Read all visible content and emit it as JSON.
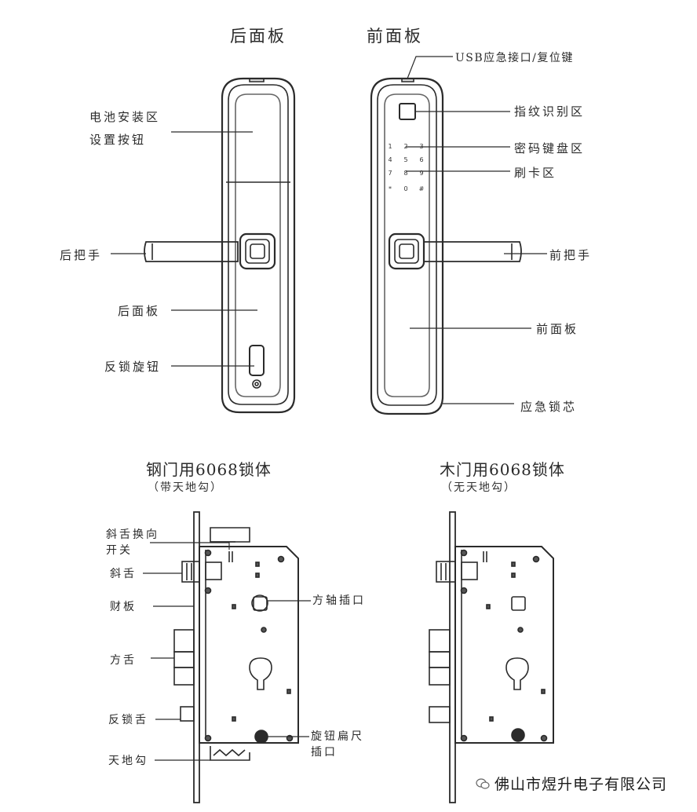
{
  "top": {
    "rear_title": "后面板",
    "front_title": "前面板",
    "rear_labels": {
      "battery_line1": "电池安装区",
      "battery_line2": "设置按钮",
      "handle": "后把手",
      "panel": "后面板",
      "knob": "反锁旋钮"
    },
    "front_labels": {
      "usb": "USB应急接口/复位键",
      "fingerprint": "指纹识别区",
      "keypad": "密码键盘区",
      "card": "刷卡区",
      "handle": "前把手",
      "panel": "前面板",
      "emergency": "应急锁芯"
    },
    "keypad_digits": [
      "1",
      "2",
      "3",
      "4",
      "5",
      "6",
      "7",
      "8",
      "9",
      "*",
      "0",
      "#"
    ]
  },
  "bottom": {
    "steel_title": "钢门用6068锁体",
    "steel_sub": "（带天地勾）",
    "wood_title": "木门用6068锁体",
    "wood_sub": "（无天地勾）",
    "labels": {
      "latch_switch_1": "斜舌换向",
      "latch_switch_2": "开关",
      "latch": "斜舌",
      "faceplate": "财板",
      "deadbolt": "方舌",
      "antilock": "反锁舌",
      "hook": "天地勾",
      "spindle": "方轴插口",
      "knob_1": "旋钮扁尺",
      "knob_2": "插口"
    }
  },
  "watermark": {
    "text": "佛山市煜升电子有限公司",
    "icon": "wechat-icon"
  }
}
